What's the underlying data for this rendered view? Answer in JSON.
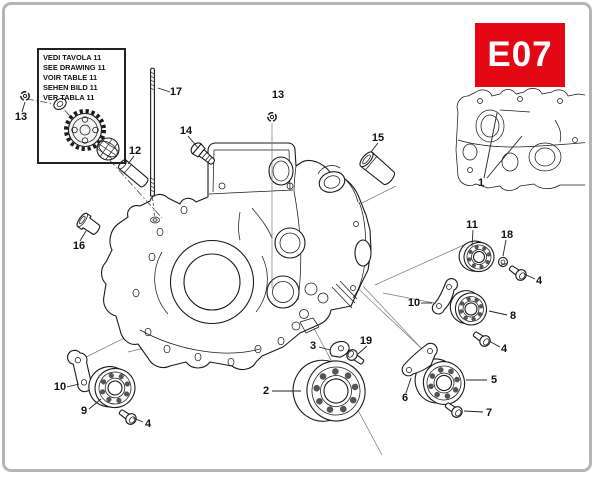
{
  "badge": {
    "code": "E07"
  },
  "note": {
    "lines": [
      "VEDI TAVOLA 11",
      "SEE DRAWING 11",
      "VOIR TABLE 11",
      "SEHEN BILD 11",
      "VER TABLA 11"
    ]
  },
  "colors": {
    "badge_red": "#e30613",
    "frame_gray": "#b5b5b5",
    "line_black": "#1a1a1a"
  },
  "callouts": {
    "c1": {
      "label": "1"
    },
    "c2": {
      "label": "2"
    },
    "c3": {
      "label": "3"
    },
    "c4a": {
      "label": "4"
    },
    "c4b": {
      "label": "4"
    },
    "c4c": {
      "label": "4"
    },
    "c5": {
      "label": "5"
    },
    "c6": {
      "label": "6"
    },
    "c7": {
      "label": "7"
    },
    "c8": {
      "label": "8"
    },
    "c9": {
      "label": "9"
    },
    "c10a": {
      "label": "10"
    },
    "c10b": {
      "label": "10"
    },
    "c11": {
      "label": "11"
    },
    "c12": {
      "label": "12"
    },
    "c13a": {
      "label": "13"
    },
    "c13b": {
      "label": "13"
    },
    "c14": {
      "label": "14"
    },
    "c15": {
      "label": "15"
    },
    "c16": {
      "label": "16"
    },
    "c17": {
      "label": "17"
    },
    "c18": {
      "label": "18"
    },
    "c19": {
      "label": "19"
    }
  }
}
